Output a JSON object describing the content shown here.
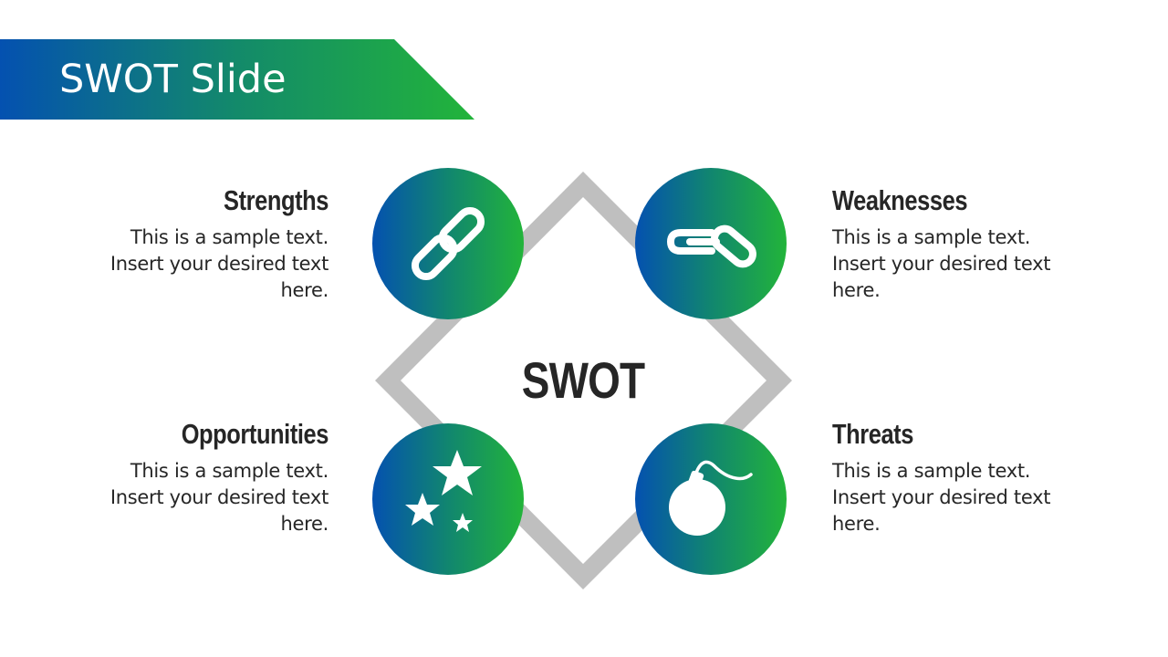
{
  "header": {
    "title": "SWOT Slide",
    "gradient_start": "#0451B0",
    "gradient_end": "#22B43A"
  },
  "diagram": {
    "center_label": "SWOT",
    "frame_color": "#BFBFBF",
    "circle_gradient_start": "#0451B0",
    "circle_gradient_end": "#22B43A",
    "quadrants": [
      {
        "key": "strengths",
        "title": "Strengths",
        "icon": "link-chain-icon",
        "text_lines": [
          "This is a sample text.",
          "Insert your desired text",
          "here."
        ]
      },
      {
        "key": "weaknesses",
        "title": "Weaknesses",
        "icon": "broken-link-icon",
        "text_lines": [
          "This is a sample text.",
          "Insert your desired text",
          "here."
        ]
      },
      {
        "key": "opportunities",
        "title": "Opportunities",
        "icon": "stars-icon",
        "text_lines": [
          "This is a sample text.",
          "Insert your desired text",
          "here."
        ]
      },
      {
        "key": "threats",
        "title": "Threats",
        "icon": "bomb-icon",
        "text_lines": [
          "This is a sample text.",
          "Insert your desired text",
          "here."
        ]
      }
    ]
  }
}
